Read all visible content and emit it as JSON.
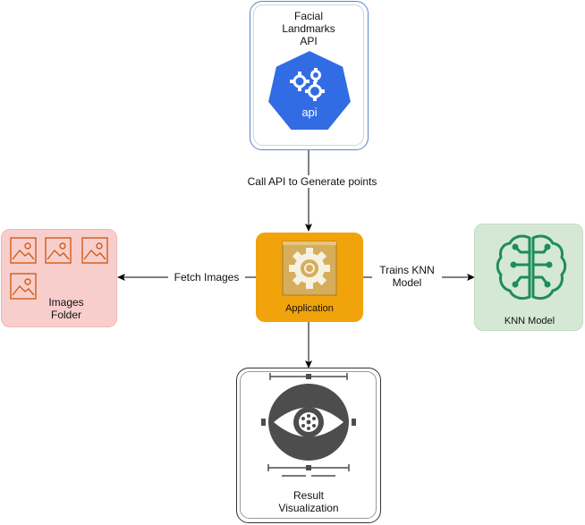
{
  "nodes": {
    "api": {
      "label_lines": [
        "Facial",
        "Landmarks",
        "API"
      ],
      "icon": "api-icon",
      "icon_text": "api"
    },
    "application": {
      "label": "Application",
      "icon": "gear-icon"
    },
    "images": {
      "label_lines": [
        "Images",
        "Folder"
      ],
      "icon": "image-icon"
    },
    "knn": {
      "label": "KNN Model",
      "icon": "brain-circuit-icon"
    },
    "result": {
      "label_lines": [
        "Result",
        "Visualization"
      ],
      "icon": "eye-icon"
    }
  },
  "edges": {
    "api_call": "Call API to Generate points",
    "fetch": "Fetch Images",
    "trains_lines": [
      "Trains KNN",
      "Model"
    ]
  },
  "colors": {
    "api_hex": "#326ce5",
    "application_fill": "#f0a30a",
    "application_icon": "#d5ad5b",
    "images_fill": "#f8cecc",
    "images_icon": "#d05c17",
    "knn_fill": "#d5e8d4",
    "knn_icon": "#1e8c5c",
    "eye_dark": "#4d4d4d"
  }
}
